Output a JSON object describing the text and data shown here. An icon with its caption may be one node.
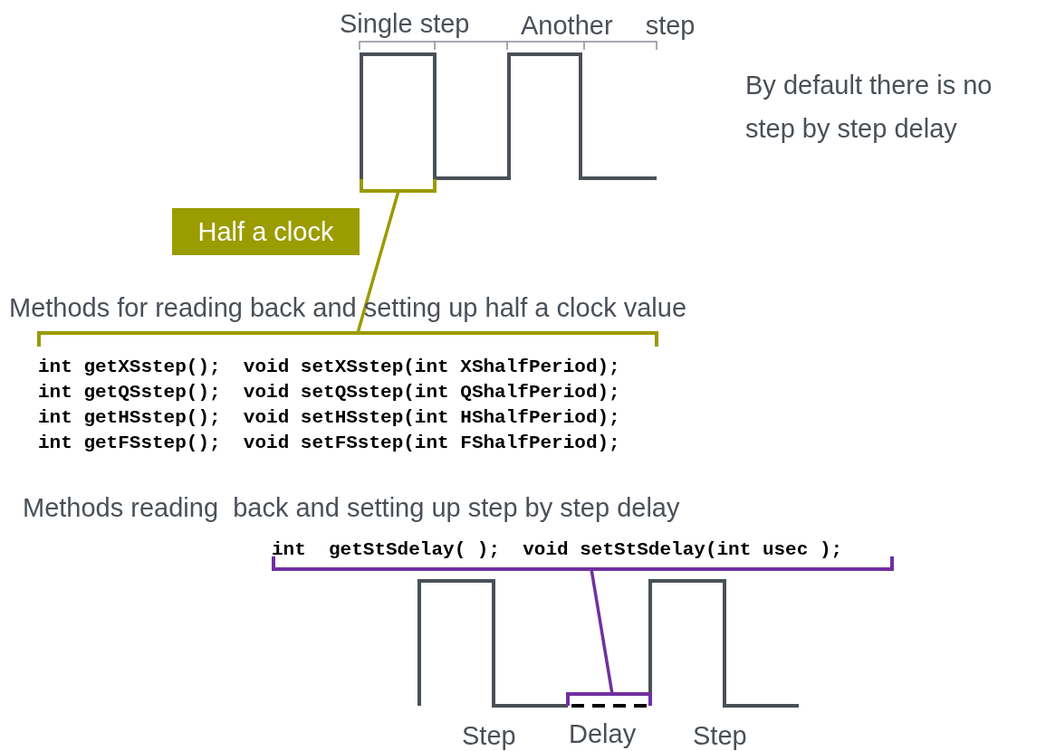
{
  "diagram": {
    "nodes": [
      {
        "text": [
          "Half a clock"
        ]
      },
      {
        "text": [],
        "shape": "bracket"
      },
      {
        "text": [],
        "shape": "bracket"
      },
      {
        "text": [],
        "shape": "bracket"
      },
      {
        "text": [],
        "shape": "bracket"
      }
    ],
    "edges": [
      {
        "from": 1,
        "to": 2,
        "arrow": "none",
        "color": "#9a9a00"
      },
      {
        "from": 3,
        "to": 4,
        "arrow": "none",
        "color": "#7030a0"
      }
    ],
    "labels": [
      "Single step",
      "Another step",
      "By default there is no step by step delay",
      "Methods for reading back and setting up half a clock value",
      "int getXSstep();  void setXSstep(int XShalfPeriod);",
      "int getQSstep();  void setQSstep(int QShalfPeriod);",
      "int getHSstep();  void setHSstep(int HShalfPeriod);",
      "int getFSstep();  void setFSstep(int FShalfPeriod);",
      "Methods reading  back and setting up step by step delay",
      "int  getStSdelay( );  void setStSdelay(int usec );",
      "Step",
      "Delay",
      "Step"
    ]
  }
}
